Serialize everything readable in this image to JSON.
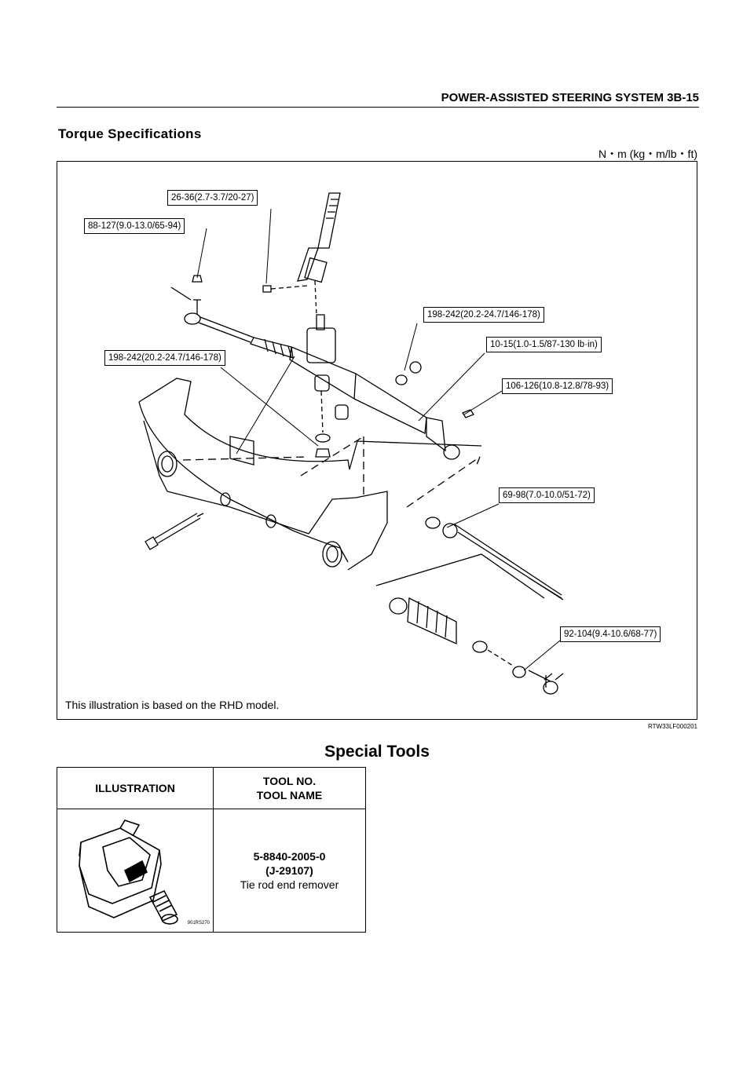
{
  "header": {
    "title": "POWER-ASSISTED STEERING SYSTEM 3B-15"
  },
  "torque": {
    "title": "Torque Specifications",
    "units": "N・m (kg・m/lb・ft)",
    "callouts": [
      "26-36(2.7-3.7/20-27)",
      "88-127(9.0-13.0/65-94)",
      "198-242(20.2-24.7/146-178)",
      "10-15(1.0-1.5/87-130 lb·in)",
      "198-242(20.2-24.7/146-178)",
      "106-126(10.8-12.8/78-93)",
      "69-98(7.0-10.0/51-72)",
      "92-104(9.4-10.6/68-77)"
    ],
    "note": "This illustration is based on the RHD model.",
    "figure_ref": "RTW33LF000201"
  },
  "special_tools": {
    "title": "Special Tools",
    "headers": {
      "illustration": "ILLUSTRATION",
      "tool_no": "TOOL NO.",
      "tool_name": "TOOL NAME"
    },
    "tools": [
      {
        "number": "5-8840-2005-0",
        "alt_number": "(J-29107)",
        "name": "Tie rod end remover",
        "image_code": "901RS270"
      }
    ]
  }
}
